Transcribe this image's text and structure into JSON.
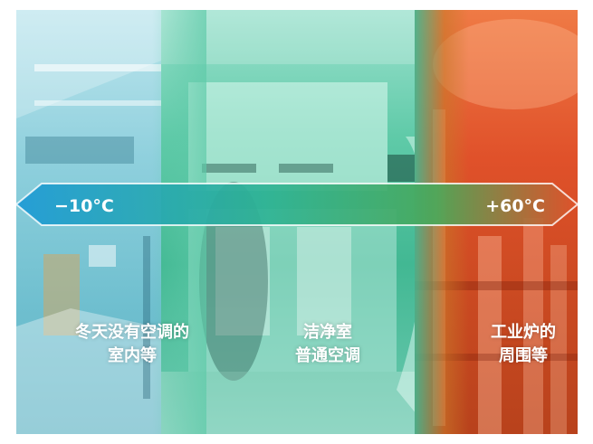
{
  "scale": {
    "min_label": "−10°C",
    "max_label": "+60°C",
    "gradient_colors": [
      "#1e9ad6",
      "#2fb394",
      "#e0512a"
    ]
  },
  "panels": [
    {
      "caption_line1": "冬天没有空调的",
      "caption_line2": "室内等",
      "color": "#6fbfcf"
    },
    {
      "caption_line1": "洁净室",
      "caption_line2": "普通空调",
      "color": "#42b893"
    },
    {
      "caption_line1": "工业炉的",
      "caption_line2": "周围等",
      "color": "#e0512a"
    }
  ]
}
